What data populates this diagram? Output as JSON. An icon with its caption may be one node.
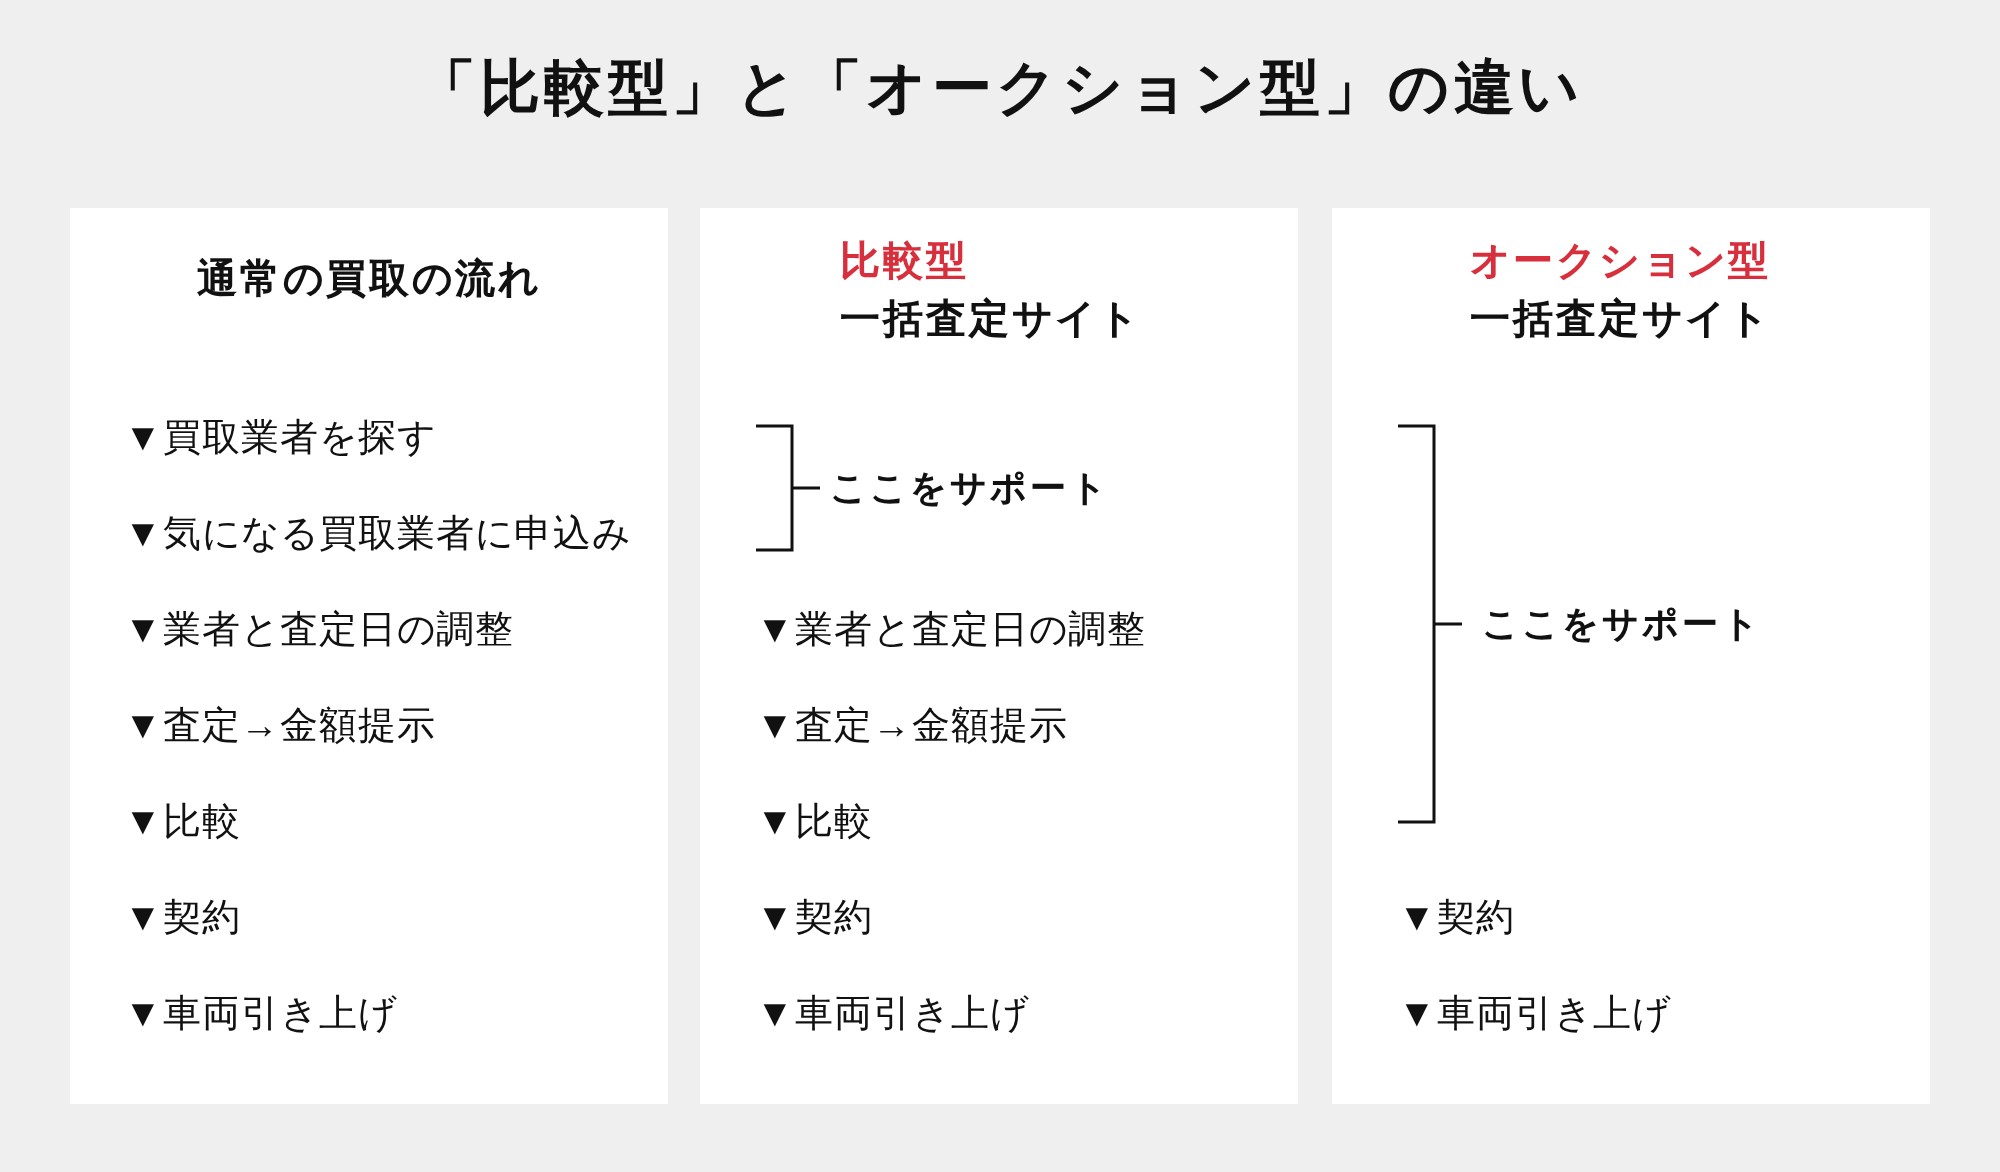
{
  "diagram": {
    "title": "「比較型」と「オークション型」の違い",
    "nodes": [
      {
        "text": [
          "通常の買取の流れ",
          "▼買取業者を探す",
          "▼気になる買取業者に申込み",
          "▼業者と査定日の調整",
          "▼査定→金額提示",
          "▼比較",
          "▼契約",
          "▼車両引き上げ"
        ]
      },
      {
        "text": [
          "比較型",
          "一括査定サイト",
          "ここをサポート",
          "▼業者と査定日の調整",
          "▼査定→金額提示",
          "▼比較",
          "▼契約",
          "▼車両引き上げ"
        ]
      },
      {
        "text": [
          "オークション型",
          "一括査定サイト",
          "ここをサポート",
          "▼契約",
          "▼車両引き上げ"
        ]
      }
    ]
  }
}
